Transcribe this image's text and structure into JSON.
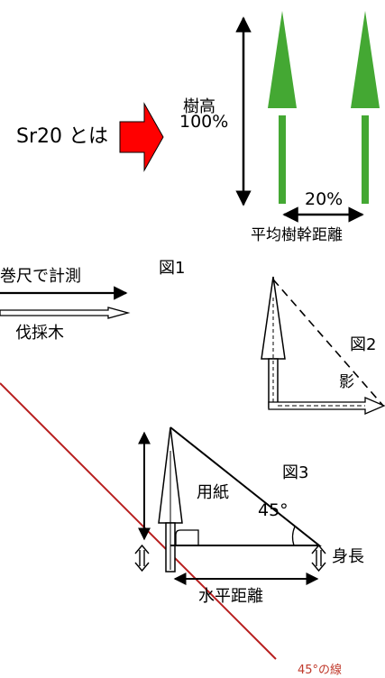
{
  "colors": {
    "tree_green": "#44a833",
    "arrow_red": "#ff0000",
    "line_red": "#b81f1f",
    "label_red": "#c0392b",
    "ink": "#000000"
  },
  "icons": {
    "pointer": "red-right-arrow-icon",
    "tree": "tree-shape-icon",
    "height_arrow": "double-headed-vertical-arrow-icon",
    "width_arrow": "double-headed-horizontal-arrow-icon",
    "right_angle": "right-angle-marker-icon"
  },
  "fig1": {
    "intro": "Sr20 とは",
    "height_label_1": "樹高",
    "height_label_2": "100%",
    "spacing_percent": "20%",
    "spacing_caption": "平均樹幹距離",
    "figure_label": "図1",
    "tape_label": "巻尺で計測",
    "felled_label": "伐採木"
  },
  "fig2": {
    "figure_label": "図2",
    "shadow_label": "影"
  },
  "fig3": {
    "figure_label": "図3",
    "paper_label": "用紙",
    "angle_label": "45°",
    "body_height_label": "身長",
    "horizontal_distance_label": "水平距離"
  },
  "line_caption": "45°の線"
}
